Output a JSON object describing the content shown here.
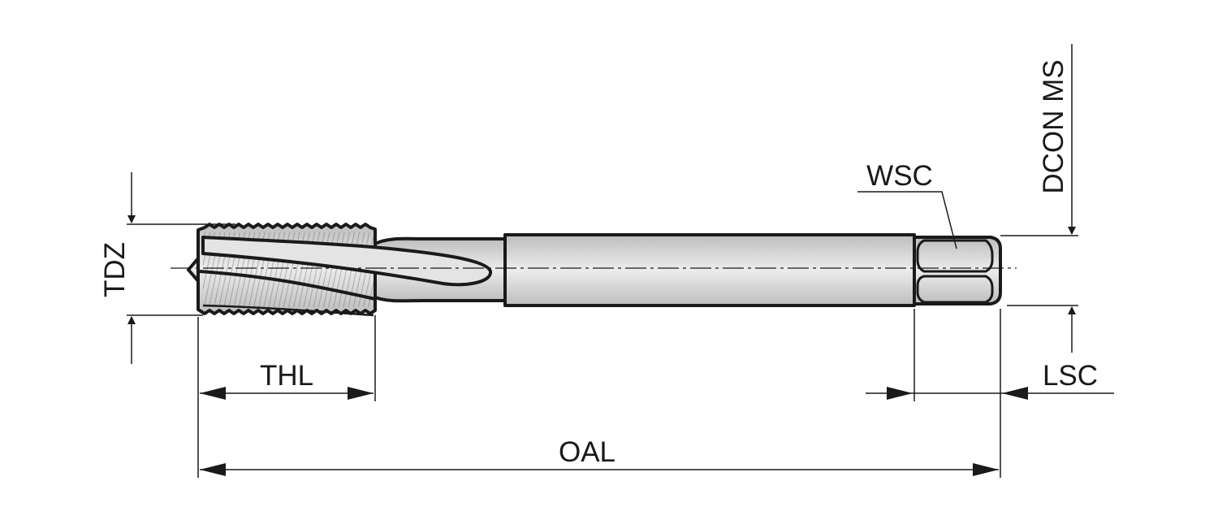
{
  "labels": {
    "tdz": "TDZ",
    "thl": "THL",
    "oal": "OAL",
    "wsc": "WSC",
    "dcon_ms": "DCON MS",
    "lsc": "LSC"
  },
  "colors": {
    "tool_body": "#d6d6d6",
    "line": "#1a1a1a",
    "background": "#ffffff"
  }
}
